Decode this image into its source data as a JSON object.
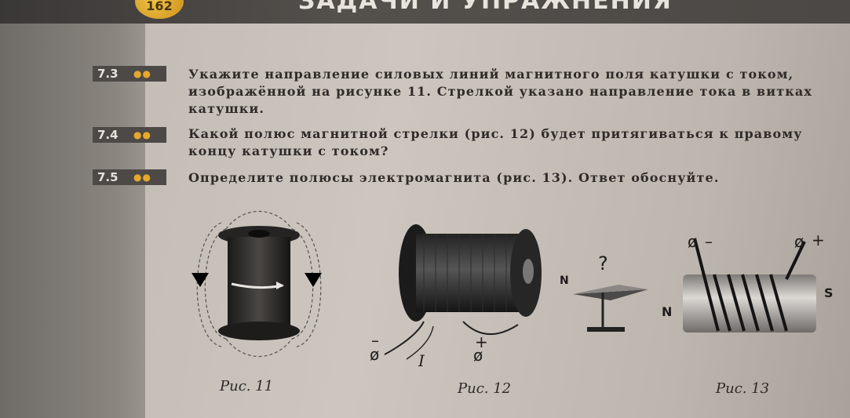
{
  "header": {
    "page_number": "162",
    "title": "ЗАДАЧИ И УПРАЖНЕНИЯ"
  },
  "tasks": [
    {
      "number": "7.3",
      "dots": "●●",
      "lines": [
        "Укажите направление силовых линий магнитного поля катушки с током,",
        "изображённой на рисунке 11. Стрелкой указано направление тока в витках",
        "катушки."
      ]
    },
    {
      "number": "7.4",
      "dots": "●●",
      "lines": [
        "Какой полюс магнитной стрелки (рис. 12) будет притягиваться к правому",
        "концу катушки с током?"
      ]
    },
    {
      "number": "7.5",
      "dots": "●●",
      "lines": [
        "Определите полюсы электромагнита (рис. 13). Ответ обоснуйте."
      ]
    }
  ],
  "figures": {
    "fig11": {
      "caption": "Рис. 11"
    },
    "fig12": {
      "caption": "Рис. 12",
      "minus": "–",
      "plus": "+",
      "current": "I",
      "needle_label": "N",
      "question": "?",
      "terminal": "ø"
    },
    "fig13": {
      "caption": "Рис. 13",
      "minus": "–",
      "plus": "+",
      "left_pole": "N",
      "right_pole": "S",
      "terminal": "ø"
    }
  }
}
